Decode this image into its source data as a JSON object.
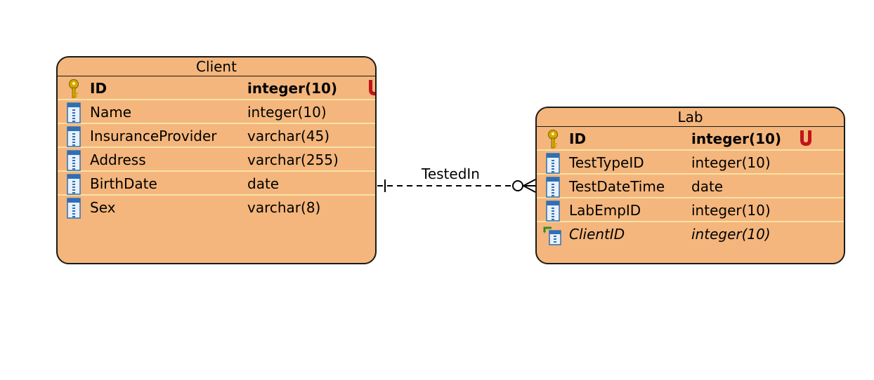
{
  "entities": [
    {
      "title": "Client",
      "rows": [
        {
          "name": "ID",
          "type": "integer(10)",
          "kind": "pk",
          "unique": "U"
        },
        {
          "name": "Name",
          "type": "integer(10)",
          "kind": "col"
        },
        {
          "name": "InsuranceProvider",
          "type": "varchar(45)",
          "kind": "col"
        },
        {
          "name": "Address",
          "type": "varchar(255)",
          "kind": "col"
        },
        {
          "name": "BirthDate",
          "type": "date",
          "kind": "col"
        },
        {
          "name": "Sex",
          "type": "varchar(8)",
          "kind": "col"
        }
      ]
    },
    {
      "title": "Lab",
      "rows": [
        {
          "name": "ID",
          "type": "integer(10)",
          "kind": "pk",
          "unique": "U"
        },
        {
          "name": "TestTypeID",
          "type": "integer(10)",
          "kind": "col"
        },
        {
          "name": "TestDateTime",
          "type": "date",
          "kind": "col"
        },
        {
          "name": "LabEmpID",
          "type": "integer(10)",
          "kind": "col"
        },
        {
          "name": "ClientID",
          "type": "integer(10)",
          "kind": "fk"
        }
      ]
    }
  ],
  "relationship": {
    "label": "TestedIn",
    "from_cardinality": "one-mandatory",
    "to_cardinality": "zero-or-many"
  },
  "colors": {
    "entity_fill": "#f4b67c",
    "row_separator": "#f7e3a8",
    "unique_marker": "#c0141b",
    "key_icon": "#d9a800",
    "column_icon": "#2f6fb5"
  }
}
